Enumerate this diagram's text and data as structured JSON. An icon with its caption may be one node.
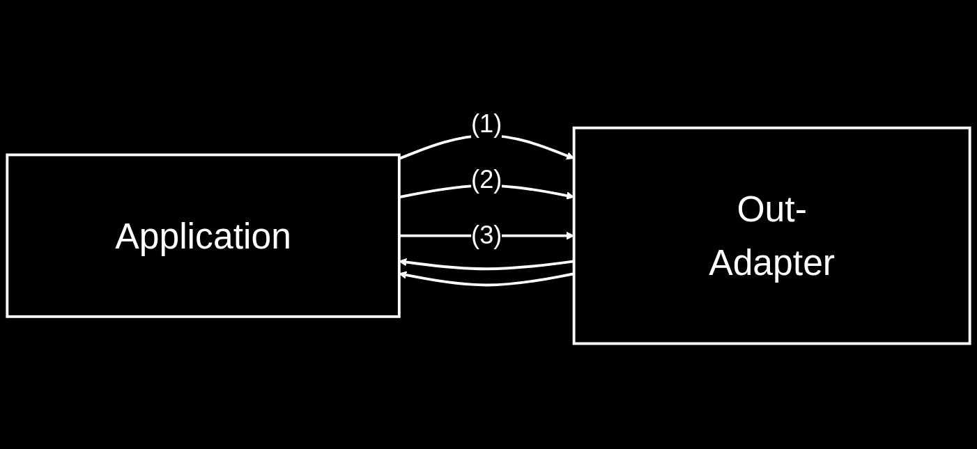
{
  "diagram": {
    "nodes": [
      {
        "text": [
          "Application"
        ]
      },
      {
        "text": [
          "Out-Adapter"
        ]
      }
    ],
    "edges": [
      {
        "from": 0,
        "to": 1,
        "arrow": "to",
        "label": "(1)"
      },
      {
        "from": 1,
        "to": 0,
        "arrow": "to"
      },
      {
        "from": 0,
        "to": 1,
        "arrow": "to",
        "label": "(2)"
      },
      {
        "from": 1,
        "to": 0,
        "arrow": "to"
      },
      {
        "from": 0,
        "to": 1,
        "arrow": "to",
        "label": "(3)"
      }
    ]
  }
}
